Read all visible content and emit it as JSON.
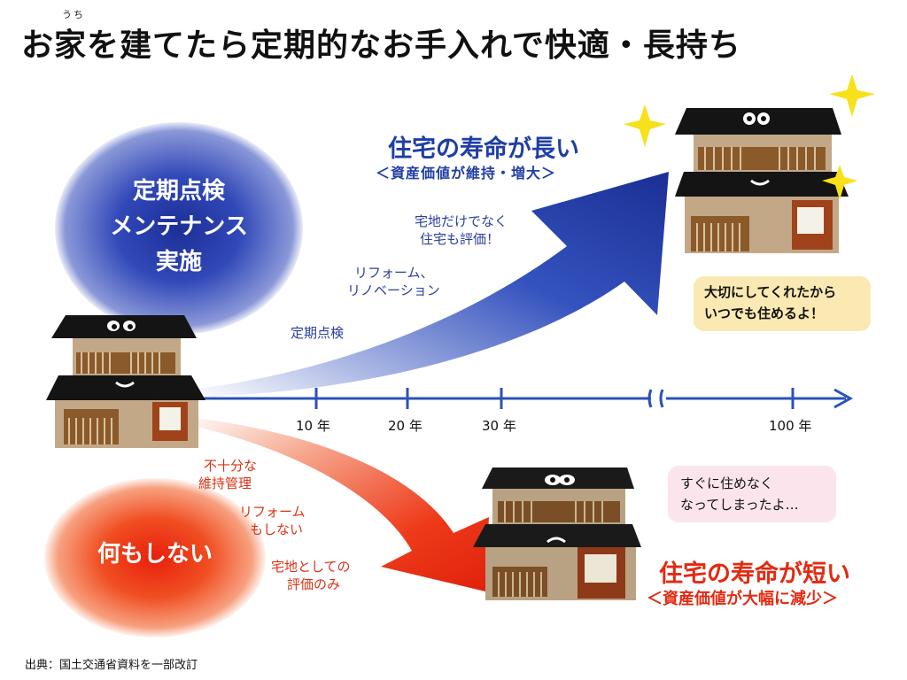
{
  "title": {
    "ruby": "うち",
    "text": "お家を建てたら定期的なお手入れで快適・長持ち"
  },
  "good_path": {
    "circle_label": [
      "定期点検",
      "メンテナンス",
      "実施"
    ],
    "headline": "住宅の寿命が長い",
    "subline": "＜資産価値が維持・増大＞",
    "notes": {
      "n1": "定期点検",
      "n2a": "リフォーム、",
      "n2b": "リノベーション",
      "n3a": "宅地だけでなく",
      "n3b": "住宅も評価！"
    },
    "bubble": [
      "大切にしてくれたから",
      "いつでも住めるよ！"
    ],
    "arrow_color": "#1f3ea5"
  },
  "bad_path": {
    "circle_label": "何もしない",
    "headline": "住宅の寿命が短い",
    "subline": "＜資産価値が大幅に減少＞",
    "notes": {
      "n1a": "不十分な",
      "n1b": "維持管理",
      "n2a": "リフォーム",
      "n2b": "もしない",
      "n3a": "宅地としての",
      "n3b": "評価のみ"
    },
    "bubble": [
      "すぐに住めなく",
      "なってしまったよ…"
    ],
    "arrow_color": "#e22a12"
  },
  "timeline": {
    "ticks": [
      "10 年",
      "20 年",
      "30 年",
      "100 年"
    ],
    "axis_color": "#2b52b8"
  },
  "source": "出典：国土交通省資料を一部改訂"
}
